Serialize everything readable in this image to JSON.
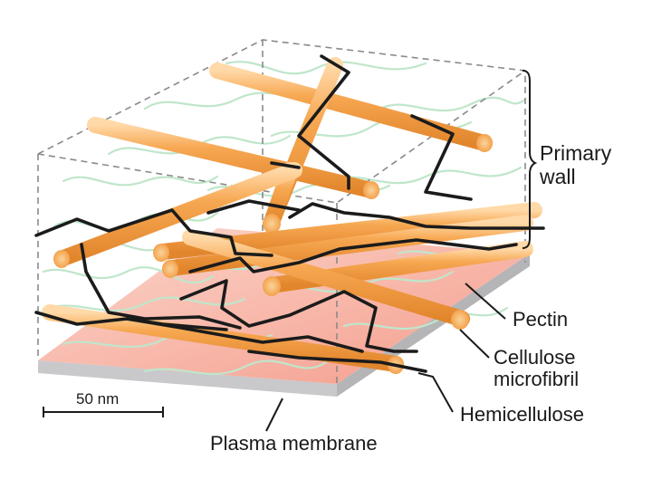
{
  "labels": {
    "primary_wall": [
      "Primary",
      "wall"
    ],
    "pectin": "Pectin",
    "cellulose_microfibril": [
      "Cellulose",
      "microfibril"
    ],
    "hemicellulose": "Hemicellulose",
    "plasma_membrane": "Plasma membrane",
    "scale_bar": "50 nm"
  },
  "colors": {
    "microfibril": "#f5a14a",
    "microfibril_highlight": "#fde3bf",
    "microfibril_end": "#f7c27a",
    "hemicellulose": "#1b1b1b",
    "pectin": "#b9e4c6",
    "membrane_top": "#f4a08c",
    "membrane_side": "#d9d9dc",
    "box_edge": "#8a8a8a"
  }
}
